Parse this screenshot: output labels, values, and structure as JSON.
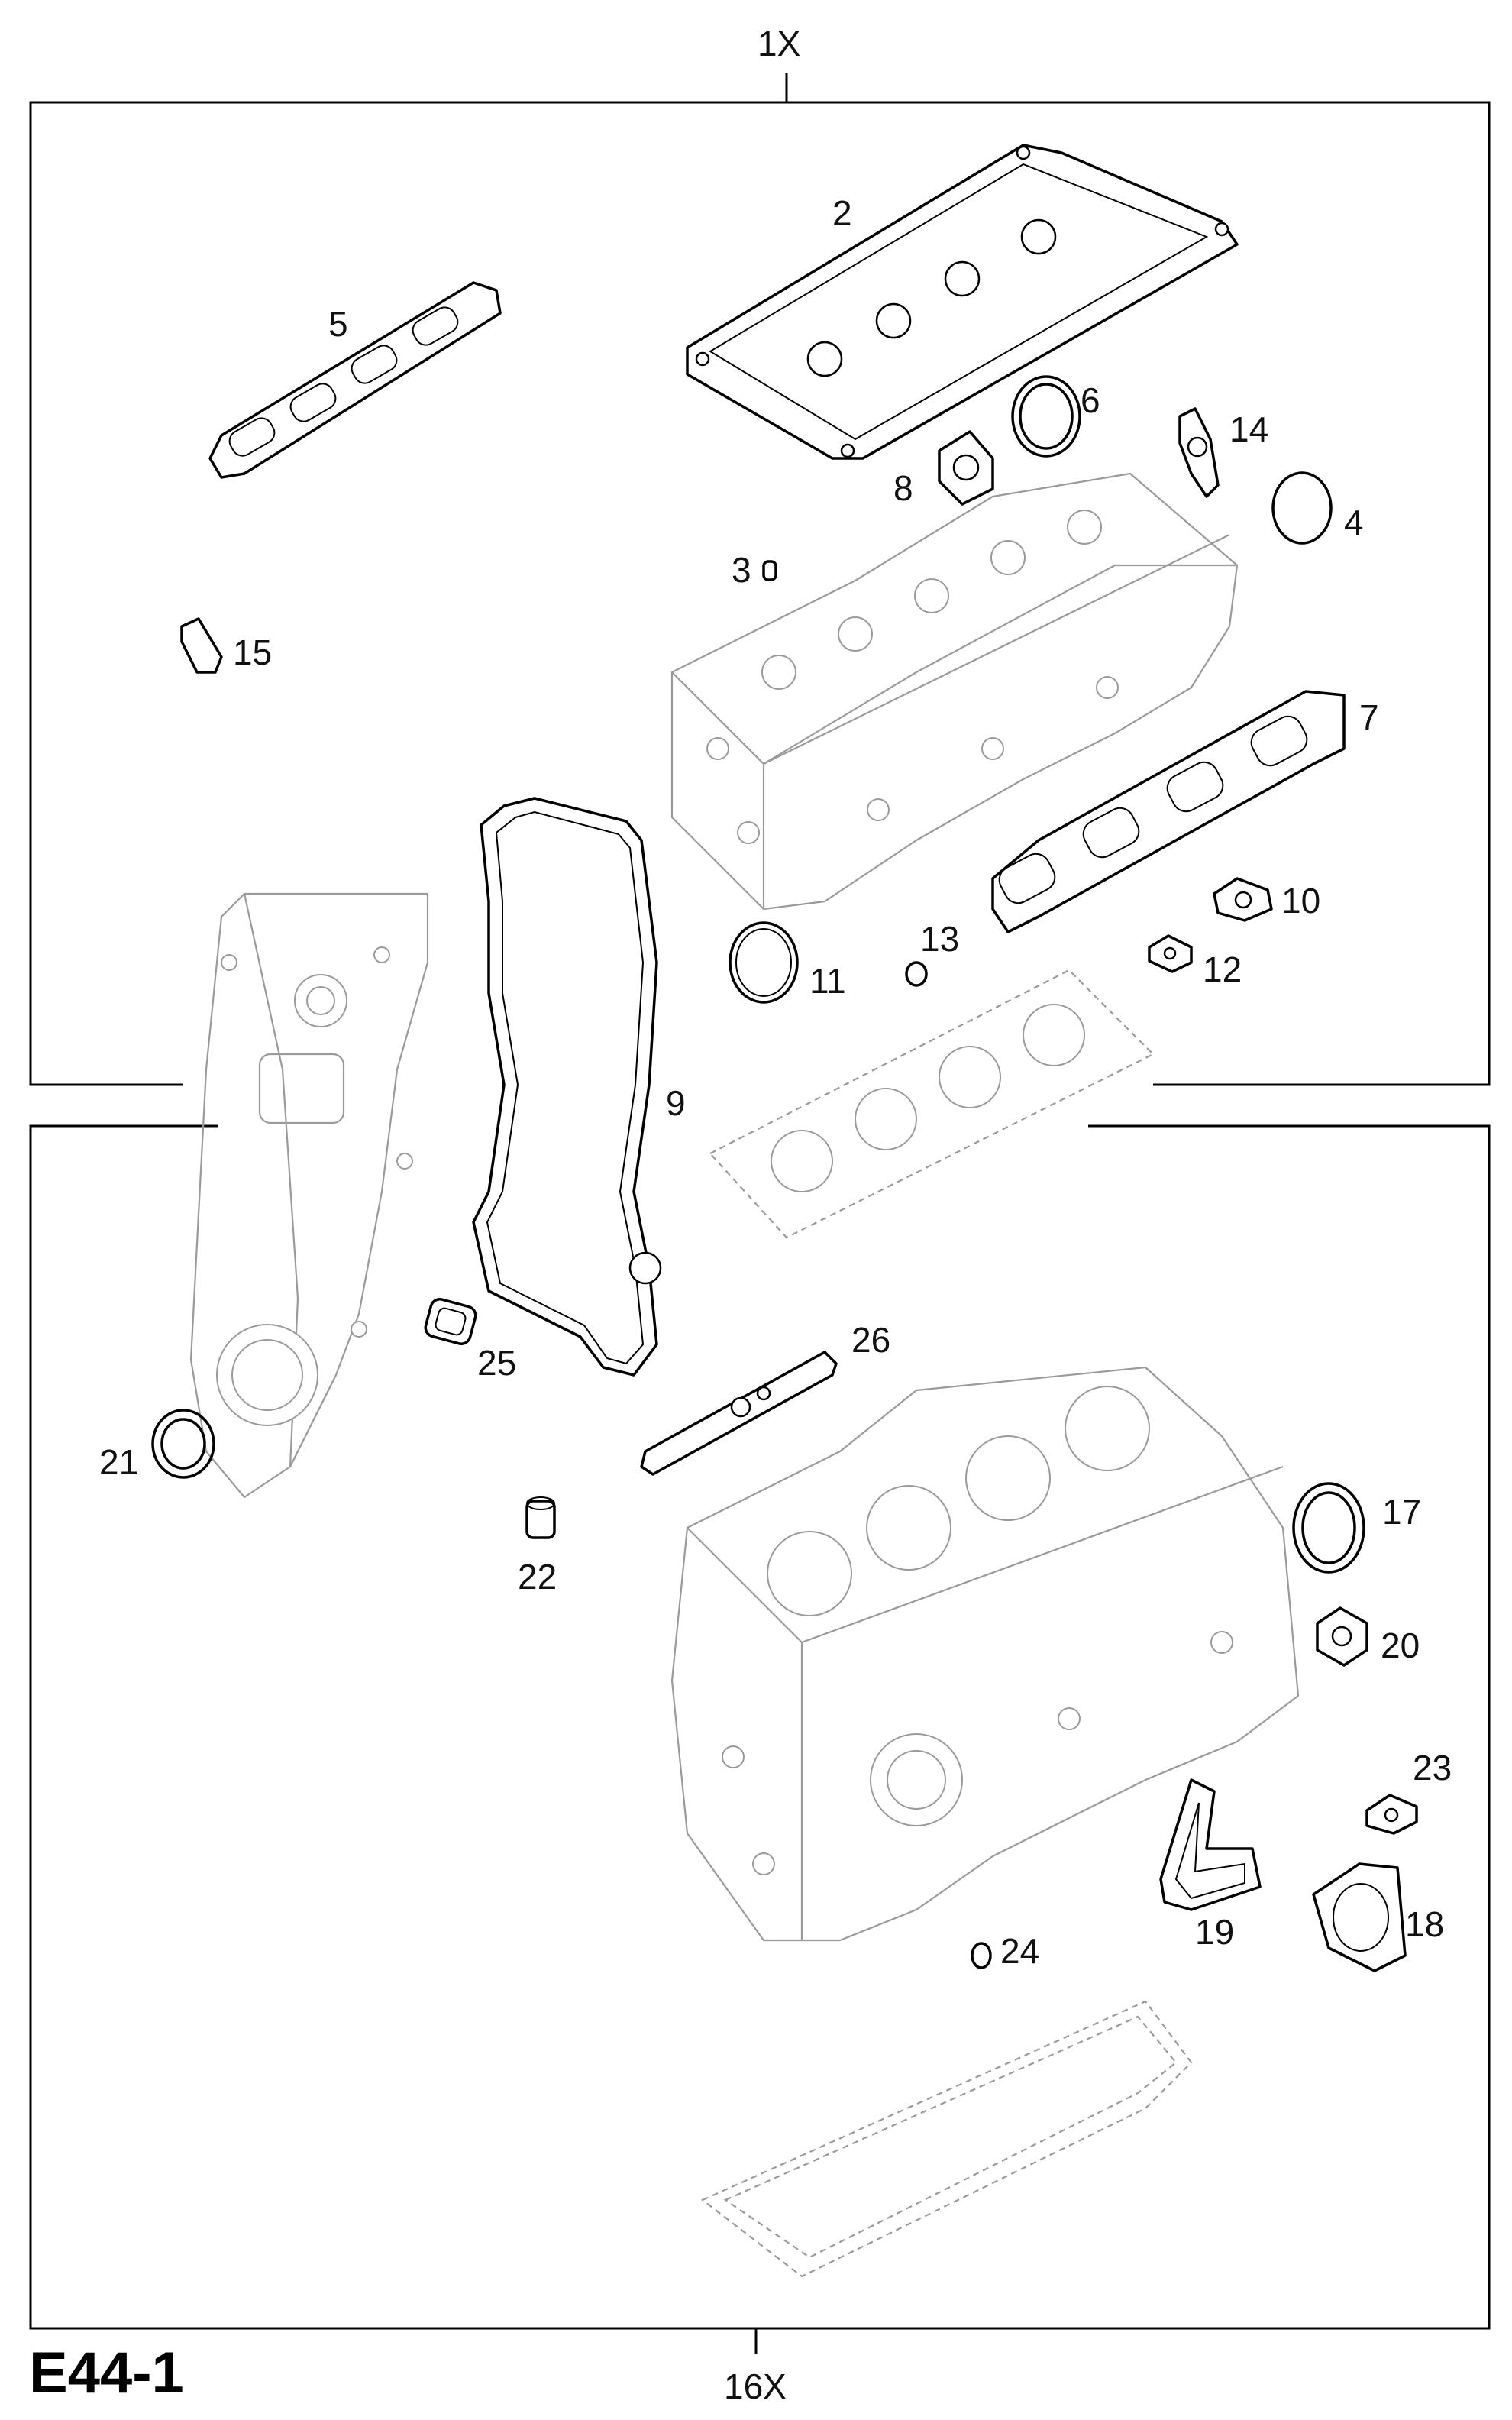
{
  "diagram": {
    "code": "E44-1",
    "top_kit_label": "1X",
    "bottom_kit_label": "16X",
    "callouts": {
      "c2": "2",
      "c3": "3",
      "c4": "4",
      "c5": "5",
      "c6": "6",
      "c7": "7",
      "c8": "8",
      "c9": "9",
      "c10": "10",
      "c11": "11",
      "c12": "12",
      "c13": "13",
      "c14": "14",
      "c15": "15",
      "c17": "17",
      "c18": "18",
      "c19": "19",
      "c20": "20",
      "c21": "21",
      "c22": "22",
      "c23": "23",
      "c24": "24",
      "c25": "25",
      "c26": "26"
    }
  }
}
